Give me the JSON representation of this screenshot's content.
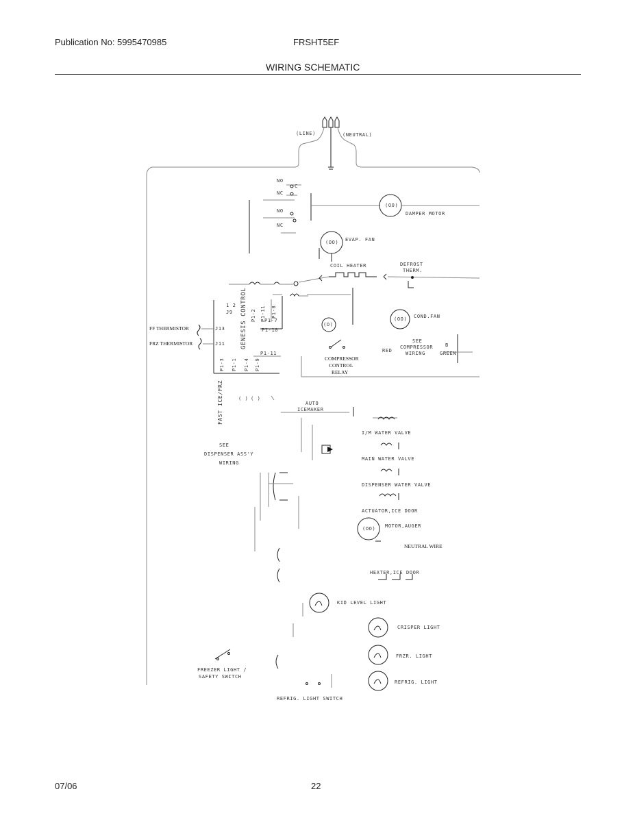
{
  "header": {
    "publication": "Publication No: 5995470985",
    "model": "FRSHT5EF",
    "title": "WIRING SCHEMATIC"
  },
  "footer": {
    "date": "07/06",
    "page": "22"
  },
  "labels": {
    "line": "(LINE)",
    "neutral": "(NEUTRAL)",
    "no1": "NO",
    "c1": "C",
    "nc1": "NC",
    "no2": "NO",
    "nc2": "NC",
    "damper_motor": "DAMPER MOTOR",
    "evap_fan": "EVAP. FAN",
    "coil_heater": "COIL HEATER",
    "defrost_therm_1": "DEFROST",
    "defrost_therm_2": "THERM.",
    "cond_fan": "COND.FAN",
    "j9": "J9",
    "ff_thermistor": "FF THERMISTOR",
    "frz_thermistor": "FRZ THERMISTOR",
    "j13": "J13",
    "j11": "J11",
    "genesis_control": "GENESIS CONTROL",
    "p1_7": "P1-7",
    "p1_10": "P1-10",
    "p1_11": "P1-11",
    "see_comp_1": "SEE",
    "see_comp_2": "COMPRESSOR",
    "see_comp_3": "WIRING",
    "red": "RED",
    "b": "B",
    "green": "GREEN",
    "comp_relay_1": "COMPRESSOR",
    "comp_relay_2": "CONTROL",
    "comp_relay_3": "RELAY",
    "fast_ice": "FAST ICE/FRZ",
    "auto_1": "AUTO",
    "auto_2": "ICEMAKER",
    "see_disp_1": "SEE",
    "see_disp_2": "DISPENSER ASS'Y",
    "see_disp_3": "WIRING",
    "im_water_valve": "I/M WATER VALVE",
    "main_water_valve": "MAIN WATER VALVE",
    "dispenser_water_valve": "DISPENSER WATER VALVE",
    "actuator_ice_door": "ACTUATOR,ICE DOOR",
    "motor_auger": "MOTOR,AUGER",
    "neutral_wire": "NEUTRAL WIRE",
    "heater_ice_door": "HEATER,ICE DOOR",
    "kid_level_light": "KID LEVEL LIGHT",
    "crisper_light": "CRISPER LIGHT",
    "frzr_light": "FRZR. LIGHT",
    "refrig_light": "REFRIG. LIGHT",
    "freezer_switch_1": "FREEZER LIGHT /",
    "freezer_switch_2": "SAFETY SWITCH",
    "refrig_light_switch": "REFRIG. LIGHT SWITCH"
  }
}
